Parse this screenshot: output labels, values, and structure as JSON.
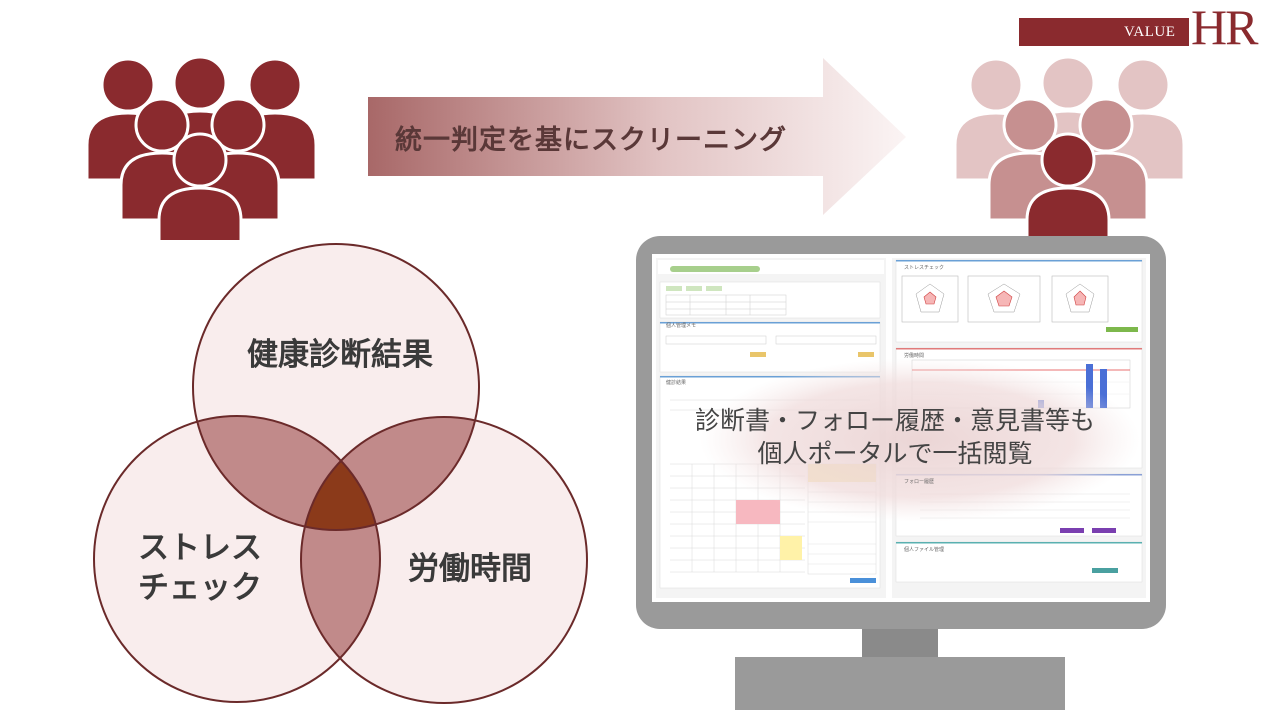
{
  "logo": {
    "value": "VALUE",
    "hr": "HR"
  },
  "flow": {
    "label": "統一判定を基にスクリーニング"
  },
  "venn": {
    "health": "健康診断結果",
    "stress_line1": "ストレス",
    "stress_line2": "チェック",
    "labor": "労働時間"
  },
  "monitor": {
    "overlay_line1": "診断書・フォロー履歴・意見書等も",
    "overlay_line2": "個人ポータルで一括閲覧",
    "panels": {
      "personal_management": "個人管理メモ",
      "checkup_results": "健診結果",
      "stress_check": "ストレスチェック",
      "working_hours": "労働時間",
      "follow_history": "フォロー履歴",
      "personal_files": "個人ファイル管理"
    }
  },
  "colors": {
    "dark": "#8a2a2e",
    "light": "#e3c4c4",
    "mid": "#c69090",
    "circle_fill": "#f9eded",
    "circle_stroke": "#6b2a2a",
    "overlap2": "#c18a8a",
    "overlap3": "#8b3a1a"
  }
}
